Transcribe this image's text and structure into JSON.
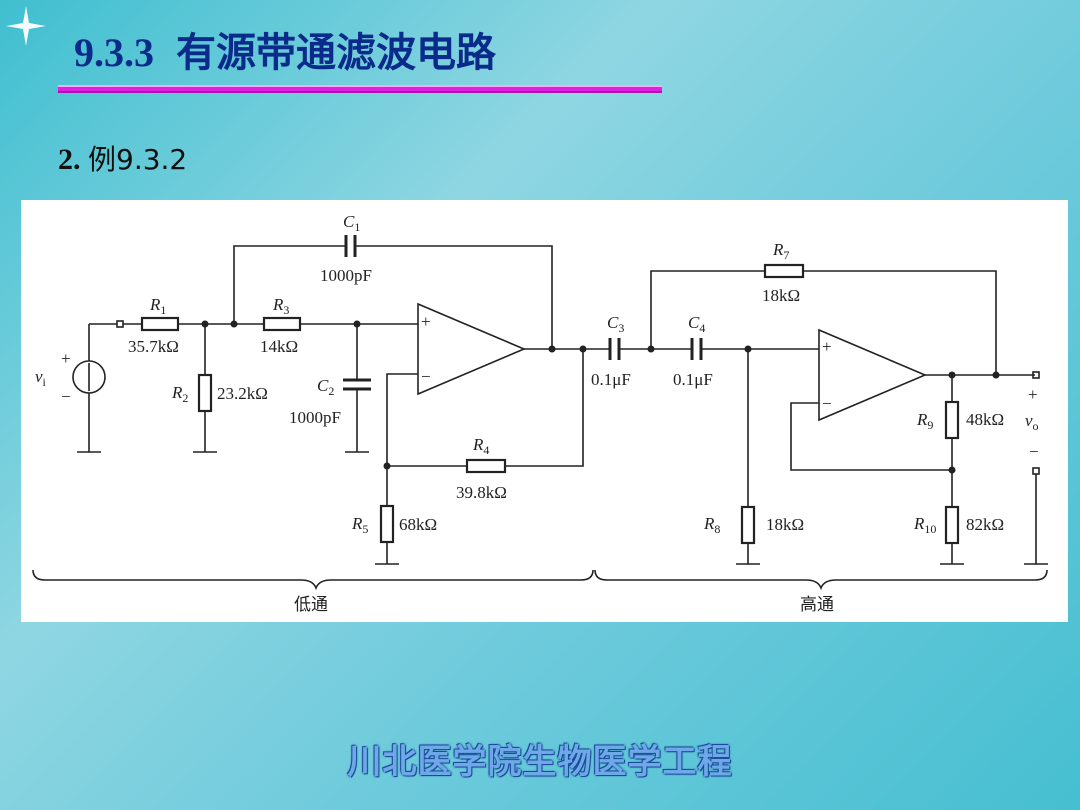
{
  "slide": {
    "section_number": "9.3.3",
    "title": "有源带通滤波电路",
    "subtitle_number": "2.",
    "subtitle": "例9.3.2",
    "footer": "川北医学院生物医学工程"
  },
  "circuit": {
    "source": {
      "name": "v",
      "sub": "i",
      "plus": "+",
      "minus": "−"
    },
    "output": {
      "name": "v",
      "sub": "o",
      "plus": "+",
      "minus": "−"
    },
    "components": {
      "R1": {
        "name": "R",
        "sub": "1",
        "value": "35.7kΩ"
      },
      "R2": {
        "name": "R",
        "sub": "2",
        "value": "23.2kΩ"
      },
      "R3": {
        "name": "R",
        "sub": "3",
        "value": "14kΩ"
      },
      "R4": {
        "name": "R",
        "sub": "4",
        "value": "39.8kΩ"
      },
      "R5": {
        "name": "R",
        "sub": "5",
        "value": "68kΩ"
      },
      "R7": {
        "name": "R",
        "sub": "7",
        "value": "18kΩ"
      },
      "R8": {
        "name": "R",
        "sub": "8",
        "value": "18kΩ"
      },
      "R9": {
        "name": "R",
        "sub": "9",
        "value": "48kΩ"
      },
      "R10": {
        "name": "R",
        "sub": "10",
        "value": "82kΩ"
      },
      "C1": {
        "name": "C",
        "sub": "1",
        "value": "1000pF"
      },
      "C2": {
        "name": "C",
        "sub": "2",
        "value": "1000pF"
      },
      "C3": {
        "name": "C",
        "sub": "3",
        "value": "0.1μF"
      },
      "C4": {
        "name": "C",
        "sub": "4",
        "value": "0.1μF"
      }
    },
    "opamp_plus": "+",
    "opamp_minus": "−",
    "sections": {
      "low": "低通",
      "high": "高通"
    }
  }
}
